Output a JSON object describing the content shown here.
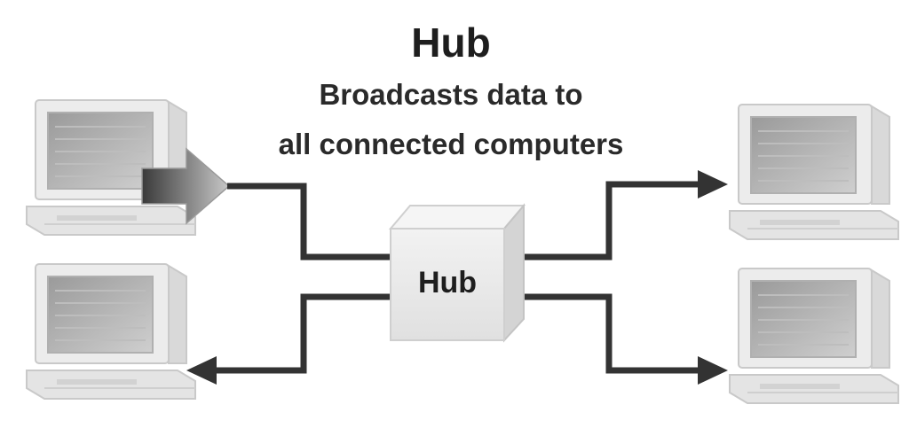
{
  "diagram": {
    "title": "Hub",
    "subtitle_line1": "Broadcasts data to",
    "subtitle_line2": "all connected computers",
    "hub_label": "Hub",
    "computers": [
      {
        "position": "top-left",
        "role": "sender"
      },
      {
        "position": "bottom-left",
        "role": "receiver"
      },
      {
        "position": "top-right",
        "role": "receiver"
      },
      {
        "position": "bottom-right",
        "role": "receiver"
      }
    ],
    "icons": [
      "desktop-computer-icon",
      "hub-box-icon",
      "arrow-icon"
    ],
    "colors": {
      "text": "#1e1e1e",
      "wire": "#333333",
      "computer_body": "#e6e6e6",
      "hub_face": "#e8e8e8"
    }
  }
}
